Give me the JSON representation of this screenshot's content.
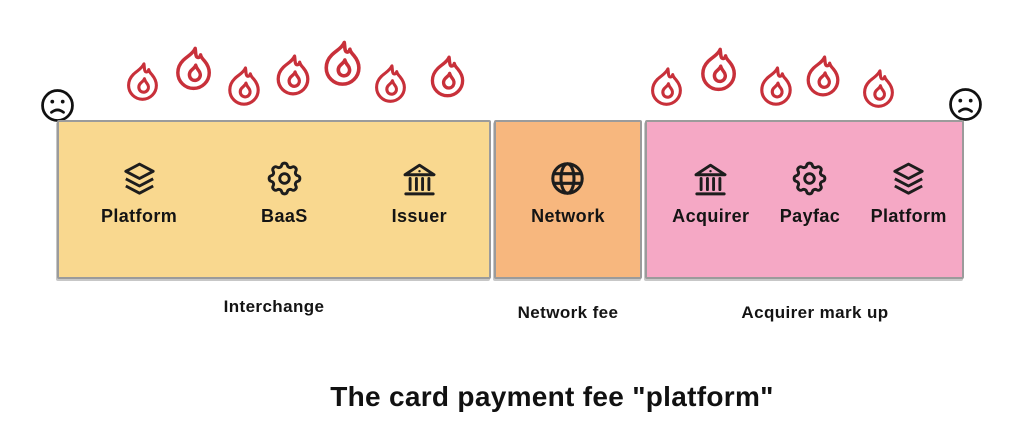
{
  "title": "The card payment fee \"platform\"",
  "faces": {
    "left": "sad",
    "right": "sad"
  },
  "sections": [
    {
      "id": "interchange",
      "caption": "Interchange",
      "flame_count": 7,
      "color": "#F9D88F",
      "items": [
        {
          "icon": "layers-icon",
          "label": "Platform"
        },
        {
          "icon": "gear-icon",
          "label": "BaaS"
        },
        {
          "icon": "bank-icon",
          "label": "Issuer"
        }
      ]
    },
    {
      "id": "network",
      "caption": "Network fee",
      "flame_count": 0,
      "color": "#F7B77E",
      "items": [
        {
          "icon": "globe-icon",
          "label": "Network"
        }
      ]
    },
    {
      "id": "acquirer",
      "caption": "Acquirer mark up",
      "flame_count": 5,
      "color": "#F5A8C5",
      "items": [
        {
          "icon": "bank-icon",
          "label": "Acquirer"
        },
        {
          "icon": "gear-icon",
          "label": "Payfac"
        },
        {
          "icon": "layers-icon",
          "label": "Platform"
        }
      ]
    }
  ],
  "colors": {
    "flame": "#C8303A",
    "ink": "#1d1d1d",
    "border": "#9b9b9b",
    "background": "#ffffff"
  }
}
